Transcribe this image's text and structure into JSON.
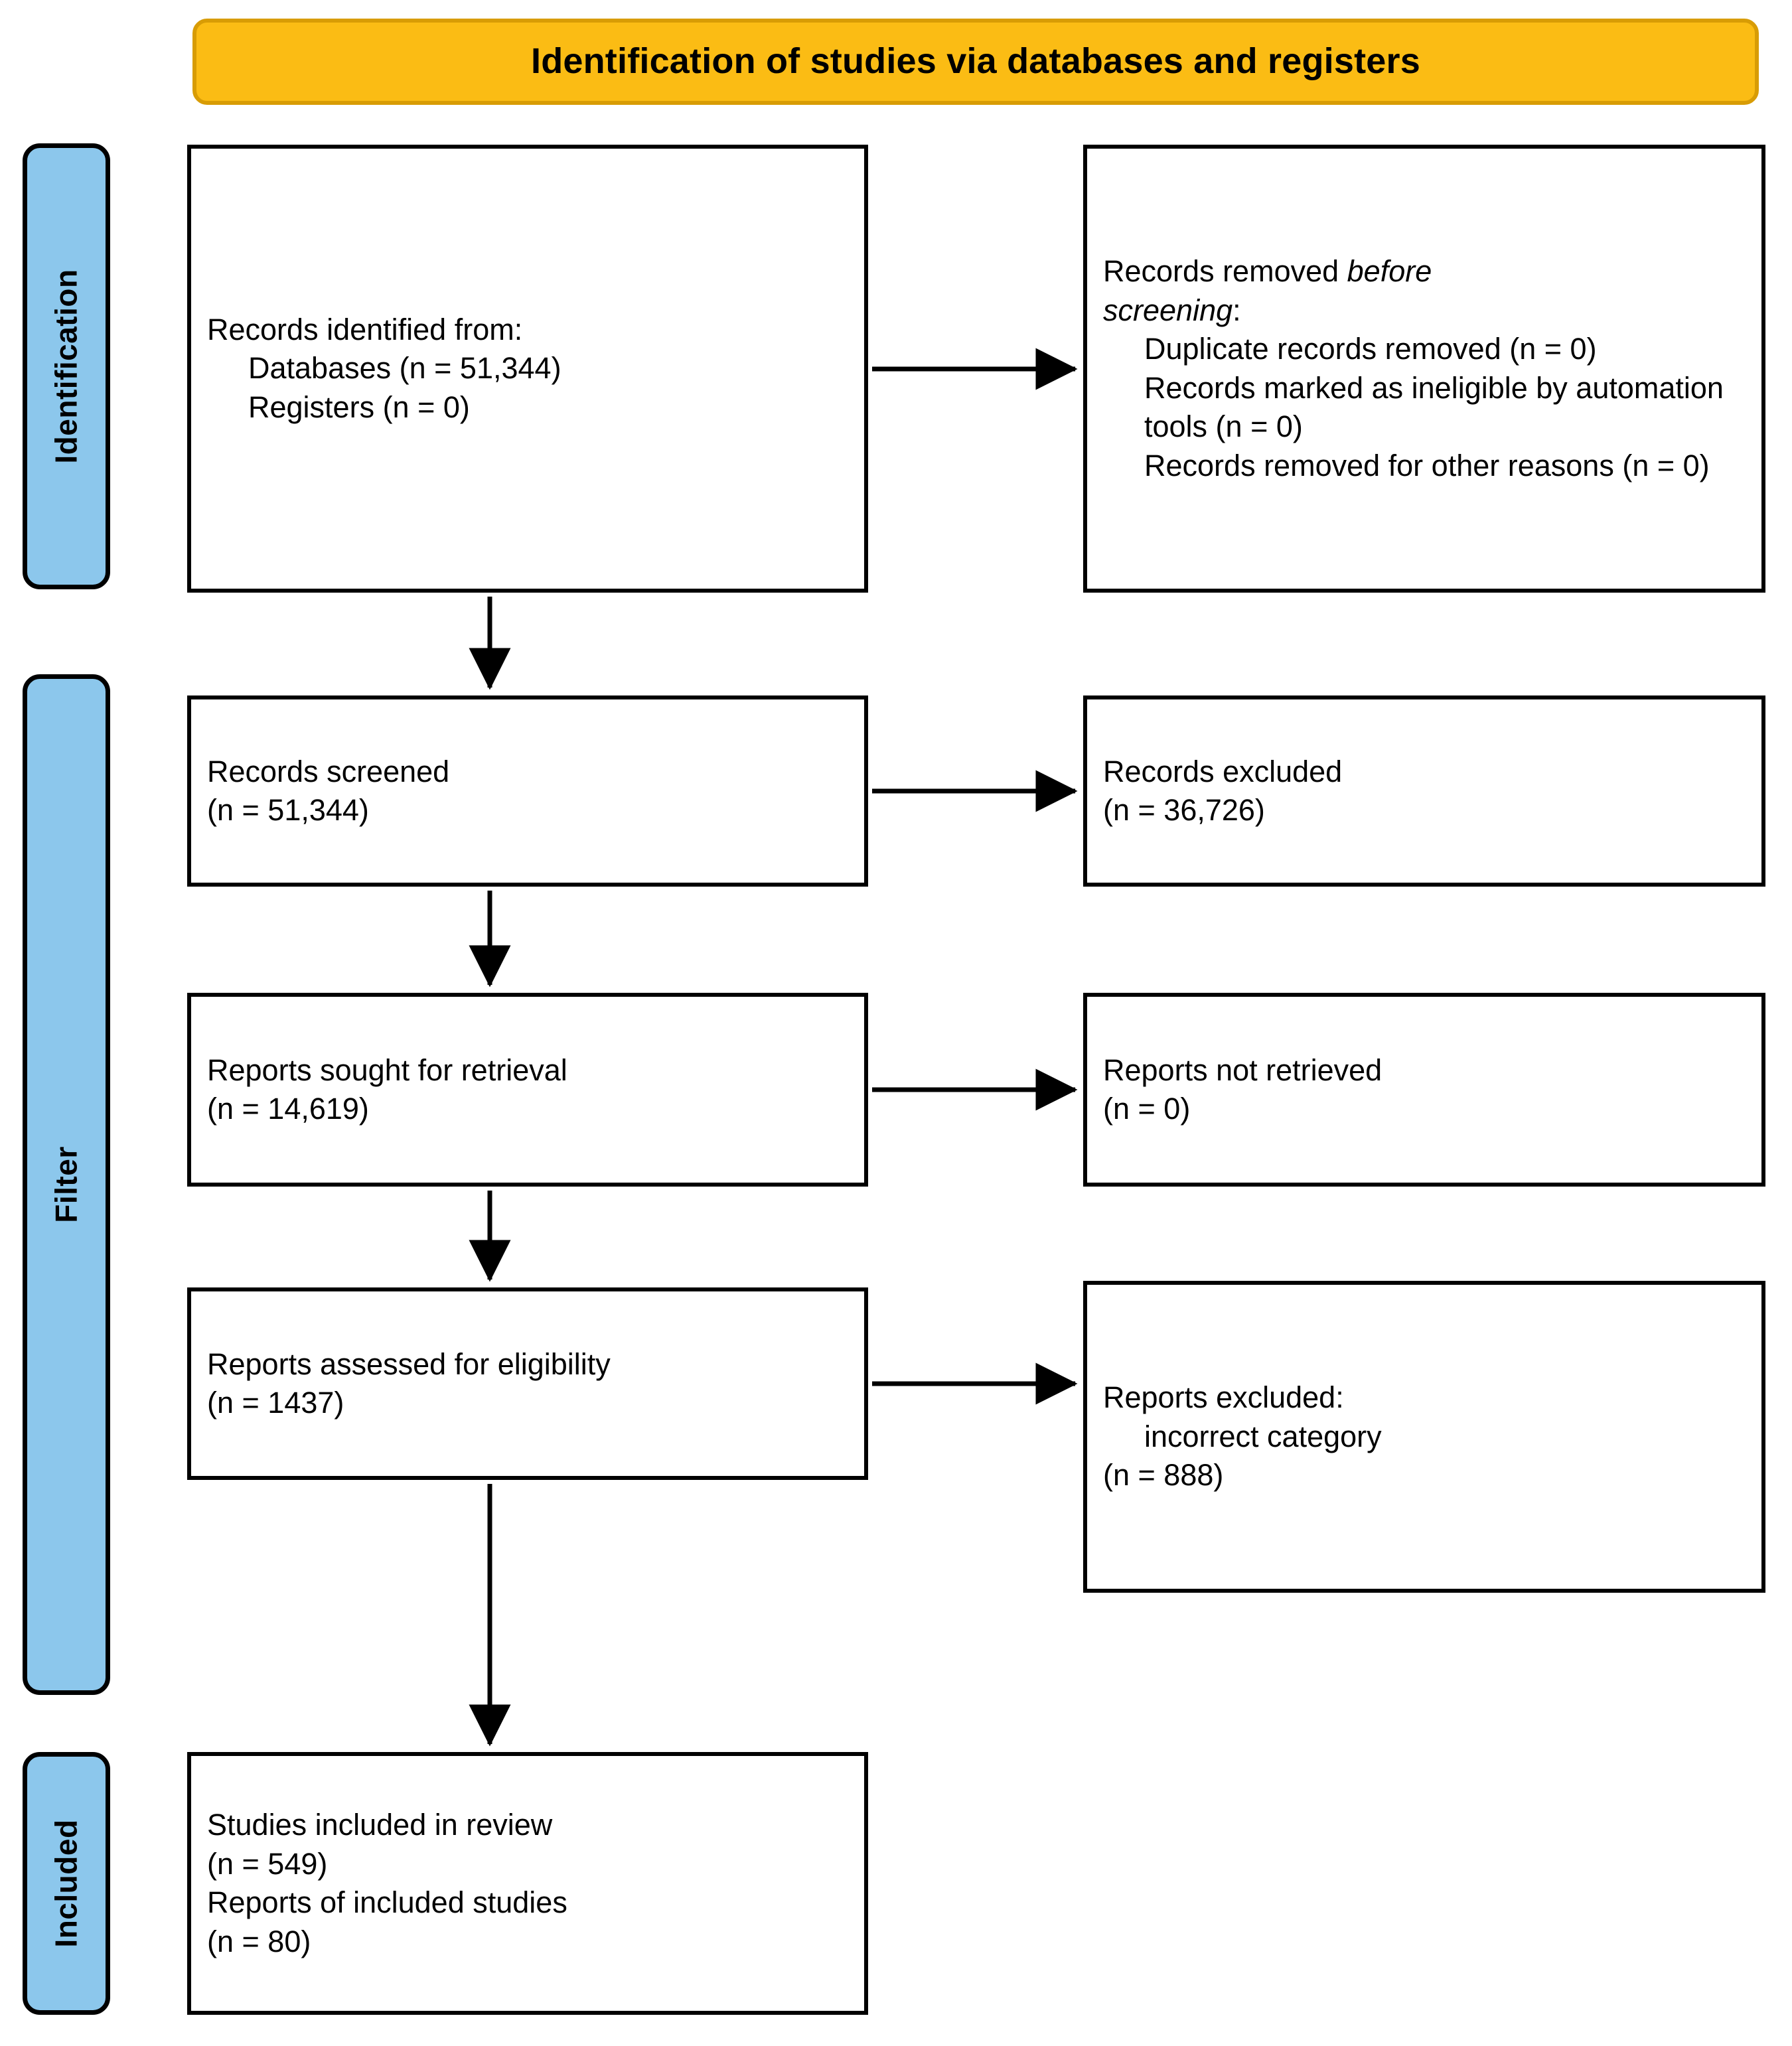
{
  "banner": {
    "title": "Identification of studies via databases and registers"
  },
  "stages": [
    {
      "id": "identification",
      "label": "Identification"
    },
    {
      "id": "filter",
      "label": "Filter"
    },
    {
      "id": "included",
      "label": "Included"
    }
  ],
  "boxes": {
    "identified": {
      "line1": "Records identified from:",
      "line2": "Databases (n = 51,344)",
      "line3": "Registers (n = 0)"
    },
    "removed_before": {
      "line1_plain": "Records removed ",
      "line1_italic": "before",
      "line2_italic": "screening",
      "line2_plain": ":",
      "line3": "Duplicate records removed (n = 0)",
      "line4": "Records marked as ineligible by automation tools (n = 0)",
      "line5": "Records removed for other reasons (n = 0)"
    },
    "screened": {
      "line1": "Records screened",
      "line2": "(n = 51,344)"
    },
    "records_excluded": {
      "line1": "Records excluded",
      "line2": "(n = 36,726)"
    },
    "sought": {
      "line1": "Reports sought for retrieval",
      "line2": "(n = 14,619)"
    },
    "not_retrieved": {
      "line1": "Reports not retrieved",
      "line2": "(n = 0)"
    },
    "assessed": {
      "line1": "Reports assessed for eligibility",
      "line2": "(n = 1437)"
    },
    "reports_excluded": {
      "line1": "Reports excluded:",
      "line2": "incorrect category",
      "line3": "(n = 888)"
    },
    "included": {
      "line1": "Studies included in review",
      "line2": "(n = 549)",
      "line3": "Reports of included studies",
      "line4": "(n = 80)"
    }
  },
  "colors": {
    "banner_fill": "#FBBC14",
    "banner_border": "#D89C05",
    "stage_fill": "#8CC7EC",
    "stage_border": "#000000",
    "box_border": "#000000",
    "connector": "#000000"
  },
  "chart_data": {
    "type": "diagram",
    "title": "Identification of studies via databases and registers",
    "nodes": [
      {
        "id": "identified",
        "stage": "Identification",
        "column": "left",
        "label": "Records identified from: Databases (n = 51,344); Registers (n = 0)",
        "values": {
          "databases": 51344,
          "registers": 0
        }
      },
      {
        "id": "removed_before",
        "stage": "Identification",
        "column": "right",
        "label": "Records removed before screening",
        "values": {
          "duplicate_records_removed": 0,
          "marked_ineligible_by_automation_tools": 0,
          "removed_for_other_reasons": 0
        }
      },
      {
        "id": "screened",
        "stage": "Filter",
        "column": "left",
        "label": "Records screened",
        "values": {
          "n": 51344
        }
      },
      {
        "id": "records_excluded",
        "stage": "Filter",
        "column": "right",
        "label": "Records excluded",
        "values": {
          "n": 36726
        }
      },
      {
        "id": "sought",
        "stage": "Filter",
        "column": "left",
        "label": "Reports sought for retrieval",
        "values": {
          "n": 14619
        }
      },
      {
        "id": "not_retrieved",
        "stage": "Filter",
        "column": "right",
        "label": "Reports not retrieved",
        "values": {
          "n": 0
        }
      },
      {
        "id": "assessed",
        "stage": "Filter",
        "column": "left",
        "label": "Reports assessed for eligibility",
        "values": {
          "n": 1437
        }
      },
      {
        "id": "reports_excluded",
        "stage": "Filter",
        "column": "right",
        "label": "Reports excluded: incorrect category",
        "values": {
          "n": 888
        }
      },
      {
        "id": "included",
        "stage": "Included",
        "column": "left",
        "label": "Studies included in review; Reports of included studies",
        "values": {
          "studies": 549,
          "reports": 80
        }
      }
    ],
    "edges": [
      {
        "from": "identified",
        "to": "removed_before",
        "direction": "right"
      },
      {
        "from": "identified",
        "to": "screened",
        "direction": "down"
      },
      {
        "from": "screened",
        "to": "records_excluded",
        "direction": "right"
      },
      {
        "from": "screened",
        "to": "sought",
        "direction": "down"
      },
      {
        "from": "sought",
        "to": "not_retrieved",
        "direction": "right"
      },
      {
        "from": "sought",
        "to": "assessed",
        "direction": "down"
      },
      {
        "from": "assessed",
        "to": "reports_excluded",
        "direction": "right"
      },
      {
        "from": "assessed",
        "to": "included",
        "direction": "down"
      }
    ]
  }
}
